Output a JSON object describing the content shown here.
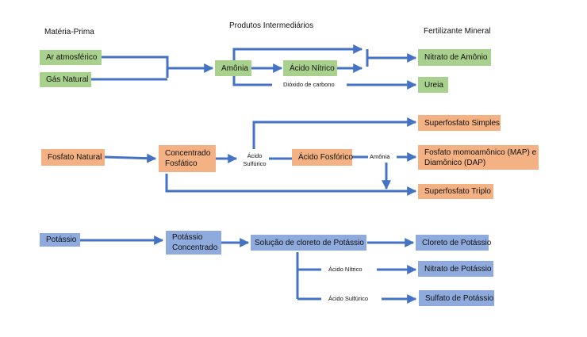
{
  "headers": {
    "raw_material": "Matéria-Prima",
    "intermediates": "Produtos Intermediários",
    "fertilizer": "Fertilizante Mineral"
  },
  "colors": {
    "nitrogen_box": "#a9d18e",
    "phosphate_box": "#f4b183",
    "potassium_box": "#8faadc",
    "arrow": "#4472c4"
  },
  "nitrogen": {
    "air": "Ar atmosférico",
    "natural_gas": "Gás Natural",
    "ammonia": "Amônia",
    "nitric_acid": "Ácido Nítrico",
    "co2_label": "Dióxido de carbono",
    "ammonium_nitrate": "Nitrato de Amônio",
    "urea": "Ureia"
  },
  "phosphate": {
    "natural_phosphate": "Fosfato Natural",
    "concentrate_line1": "Concentrado",
    "concentrate_line2": "Fosfático",
    "sulfuric_line1": "Ácido",
    "sulfuric_line2": "Sulfúrico",
    "phosphoric_acid": "Ácido Fosfórico",
    "ammonia_label": "Amônia",
    "single_superphosphate": "Superfosfato Simples",
    "map_dap_line1": "Fosfato momoamônico (MAP) e",
    "map_dap_line2": "Diamônico (DAP)",
    "triple_superphosphate": "Superfosfato Triplo"
  },
  "potassium": {
    "potassium": "Potássio",
    "concentrate_line1": "Potássio",
    "concentrate_line2": "Concentrado",
    "solution": "Solução de cloreto de Potássio",
    "chloride": "Cloreto de Potássio",
    "nitric_label": "Ácido Nítrico",
    "nitrate": "Nitrato de Potássio",
    "sulfuric_label": "Ácido Sulfúrico",
    "sulfate": "Sulfato de Potássio"
  }
}
